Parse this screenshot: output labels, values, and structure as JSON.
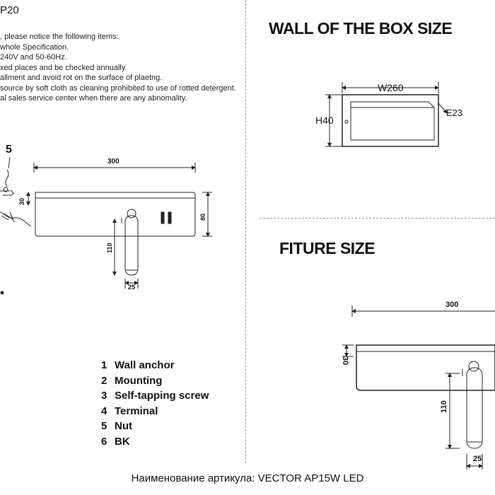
{
  "header": {
    "model_code": "P20",
    "notes": [
      ", please notice the following items:",
      "whole Specification.",
      "240V and 50-60Hz.",
      "xed places and be checked annually",
      "allment and avoid rot on the surface of plaetng.",
      "source by soft cloth as cleaning prohibited to use of rotted detergent.",
      "al sales service center when there are any abnomality."
    ]
  },
  "wall_box": {
    "title": "WALL OF THE BOX SIZE",
    "width_label": "W260",
    "height_label": "H40",
    "depth_label": "E23"
  },
  "fiture": {
    "title": "FITURE SIZE",
    "width_label": "300",
    "height_label": "30",
    "tube_length_label": "110",
    "tube_diameter_label": "25"
  },
  "left_drawing": {
    "callout_number": "5",
    "width_label": "300",
    "height_label": "30",
    "total_height_label": "80",
    "tube_length_label": "110",
    "tube_diameter_label": "25"
  },
  "parts": [
    {
      "num": "1",
      "name": "Wall anchor"
    },
    {
      "num": "2",
      "name": "Mounting"
    },
    {
      "num": "3",
      "name": "Self-tapping screw"
    },
    {
      "num": "4",
      "name": "Terminal"
    },
    {
      "num": "5",
      "name": "Nut"
    },
    {
      "num": "6",
      "name": "BK"
    }
  ],
  "footer": {
    "label": "Наименование артикула:",
    "article": "VECTOR AP15W LED"
  }
}
